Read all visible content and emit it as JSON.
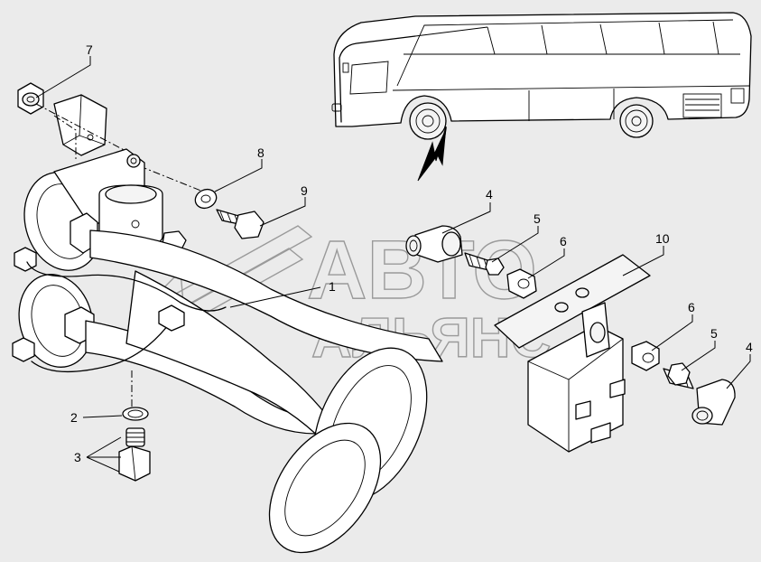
{
  "watermark": {
    "line1": "АВТО",
    "line2": "АЛЬЯНС"
  },
  "callouts": [
    {
      "id": "callout-1",
      "label": "1"
    },
    {
      "id": "callout-2",
      "label": "2"
    },
    {
      "id": "callout-3",
      "label": "3"
    },
    {
      "id": "callout-4-left",
      "label": "4"
    },
    {
      "id": "callout-4-right",
      "label": "4"
    },
    {
      "id": "callout-5-left",
      "label": "5"
    },
    {
      "id": "callout-5-right",
      "label": "5"
    },
    {
      "id": "callout-6-left",
      "label": "6"
    },
    {
      "id": "callout-6-right",
      "label": "6"
    },
    {
      "id": "callout-7",
      "label": "7"
    },
    {
      "id": "callout-8",
      "label": "8"
    },
    {
      "id": "callout-9",
      "label": "9"
    },
    {
      "id": "callout-10",
      "label": "10"
    }
  ]
}
